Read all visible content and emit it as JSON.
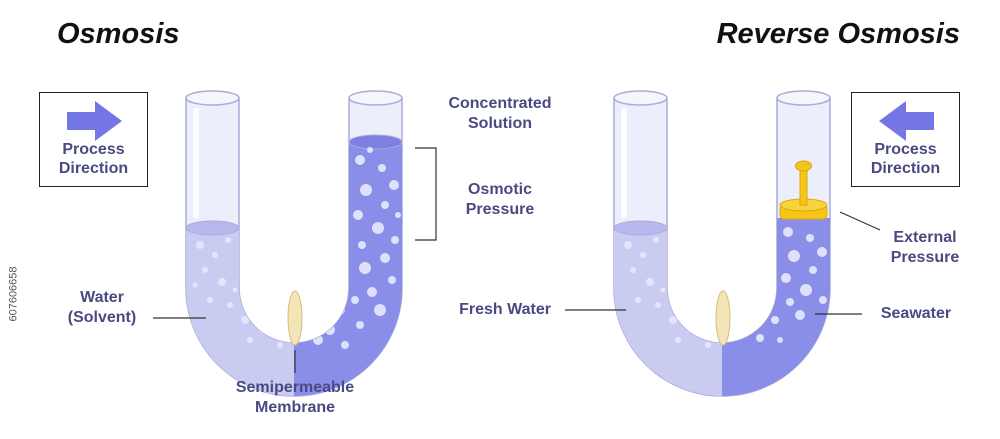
{
  "osmosis": {
    "title": "Osmosis",
    "process_direction": "Process\nDirection",
    "concentrated_solution": "Concentrated\nSolution",
    "osmotic_pressure": "Osmotic\nPressure",
    "water_solvent": "Water\n(Solvent)",
    "membrane": "Semipermeable\nMembrane"
  },
  "reverse_osmosis": {
    "title": "Reverse Osmosis",
    "process_direction": "Process\nDirection",
    "external_pressure": "External\nPressure",
    "fresh_water": "Fresh Water",
    "seawater": "Seawater"
  },
  "watermark": "607606658",
  "colors": {
    "tube_fill": "#e2e3f7",
    "tube_stroke": "#a9acd9",
    "fresh_water": "#c9cbf1",
    "solution": "#8b8ee8",
    "bubble": "#dfe1fb",
    "membrane": "#f4e5b6",
    "piston": "#f5c518",
    "arrow": "#7476e6",
    "label": "#4a4a82"
  },
  "icons": {
    "process_arrow_left_box": "arrow-right-icon",
    "process_arrow_right_box": "arrow-left-icon"
  }
}
